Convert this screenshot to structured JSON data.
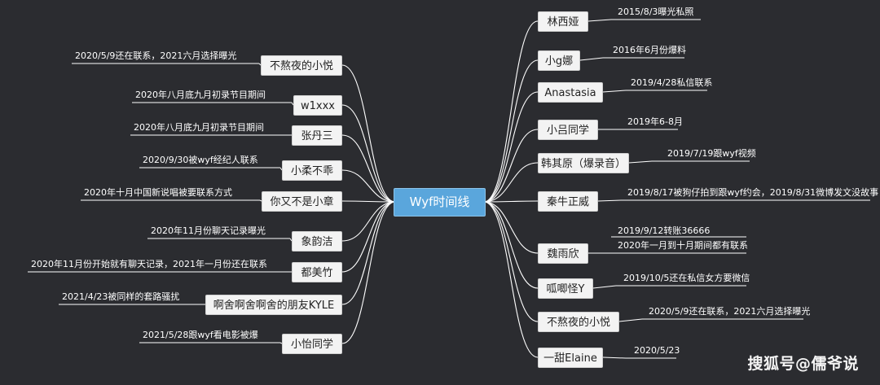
{
  "center": "Wyf时间线",
  "left": [
    {
      "name": "不熬夜的小悦",
      "note": "2020/5/9还在联系，2021六月选择曝光"
    },
    {
      "name": "w1xxx",
      "note": "2020年八月底九月初录节目期间"
    },
    {
      "name": "张丹三",
      "note": "2020年八月底九月初录节目期间"
    },
    {
      "name": "小柔不乖",
      "note": "2020/9/30被wyf经纪人联系"
    },
    {
      "name": "你又不是小章",
      "note": "2020年十月中国新说唱被要联系方式"
    },
    {
      "name": "象韵洁",
      "note": "2020年11月份聊天记录曝光"
    },
    {
      "name": "都美竹",
      "note": "2020年11月份开始就有聊天记录，2021年一月份还在联系"
    },
    {
      "name": "啊舍啊舍啊舍的朋友KYLE",
      "note": "2021/4/23被同样的套路骚扰"
    },
    {
      "name": "小怡同学",
      "note": "2021/5/28跟wyf看电影被爆"
    }
  ],
  "right": [
    {
      "name": "林西娅",
      "notes": [
        "2015/8/3曝光私照"
      ]
    },
    {
      "name": "小g娜",
      "notes": [
        "2016年6月份爆料"
      ]
    },
    {
      "name": "Anastasia",
      "notes": [
        "2019/4/28私信联系"
      ]
    },
    {
      "name": "小吕同学",
      "notes": [
        "2019年6-8月"
      ]
    },
    {
      "name": "韩其原（爆录音）",
      "notes": [
        "2019/7/19跟wyf视频"
      ]
    },
    {
      "name": "秦牛正威",
      "notes": [
        "2019/8/17被狗仔拍到跟wyf约会，2019/8/31微博发文没故事"
      ]
    },
    {
      "name": "魏雨欣",
      "notes": [
        "2019/9/12转账36666",
        "2020年一月到十月期间都有联系"
      ]
    },
    {
      "name": "呱唧怪Y",
      "notes": [
        "2019/10/5还在私信女方要微信"
      ]
    },
    {
      "name": "不熬夜的小悦",
      "notes": [
        "2020/5/9还在联系，2021六月选择曝光"
      ]
    },
    {
      "name": "一甜Elaine",
      "notes": [
        "2020/5/23"
      ]
    }
  ],
  "watermark": "搜狐号@儒爷说",
  "colors": {
    "background": "#2b2c30",
    "center": "#5aa6dc",
    "node": "#f3f3f3",
    "line": "#ffffff"
  }
}
